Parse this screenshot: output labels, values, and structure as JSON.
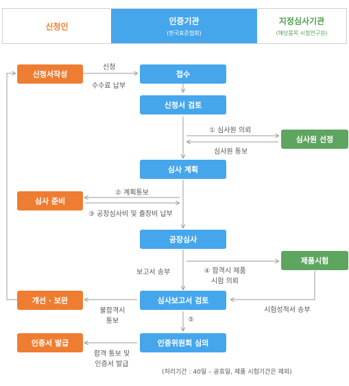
{
  "header": {
    "applicant": "신청인",
    "cert_body": "인증기관",
    "cert_body_sub": "(한국표준협회)",
    "test_lab": "지정심사기관",
    "test_lab_sub": "(해당품목 시험연구원)"
  },
  "nodes": {
    "write_application": "신청서작성",
    "receipt": "접수",
    "review_application": "신청서 검토",
    "select_auditor": "심사원 선정",
    "audit_plan": "심사 계획",
    "prepare_audit": "심사 준비",
    "factory_audit": "공장심사",
    "product_test": "제품시험",
    "improve": "개선 · 보완",
    "review_report": "심사보고서 검토",
    "issue_certificate": "인증서 발급",
    "committee": "인증위원회 심의"
  },
  "edges": {
    "apply": "신청",
    "pay_fee": "수수료 납부",
    "request_auditor": "① 심사원 의뢰",
    "notify_auditor": "심사원 통보",
    "notify_plan": "② 계획통보",
    "pay_audit_fee": "③ 공장심사비 및 출장비 납부",
    "send_report": "보고서 송부",
    "request_test_1": "④ 합격시 제품",
    "request_test_2": "시험 의뢰",
    "send_test_report": "시험성적서 송부",
    "fail_1": "불합격시",
    "fail_2": "통보",
    "step5": "⑤",
    "pass_1": "합격 통보 및",
    "pass_2": "인증서 발급"
  },
  "footnote": "(처리기간 : 40일 – 공휴일, 제품 시험기간은 제외)",
  "colors": {
    "blue": "#46a6ec",
    "orange": "#ef7d31",
    "green": "#5ea560",
    "line": "#9a9a9a"
  }
}
